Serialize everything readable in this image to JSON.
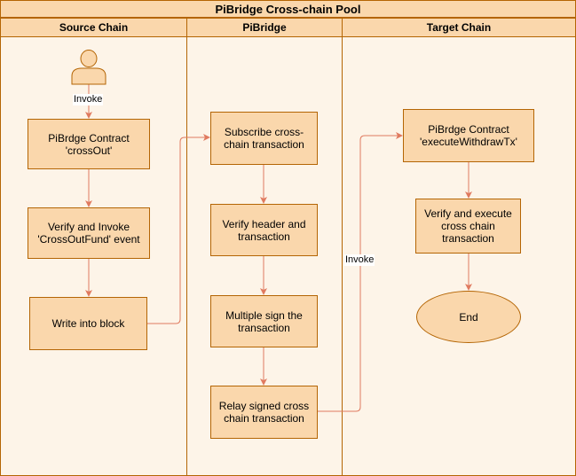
{
  "title": "PiBridge Cross-chain Pool",
  "lanes": {
    "source": "Source Chain",
    "pibridge": "PiBridge",
    "target": "Target Chain"
  },
  "nodes": {
    "crossout": "PiBrdge Contract 'crossOut'",
    "verify_invoke": "Verify and Invoke 'CrossOutFund' event",
    "write_block": "Write into block",
    "subscribe": "Subscribe cross-chain transaction",
    "verify_header": "Verify header and transaction",
    "multi_sign": "Multiple sign the transaction",
    "relay": "Relay signed cross chain transaction",
    "withdraw": "PiBrdge Contract 'executeWithdrawTx'",
    "verify_execute": "Verify and execute cross chain transaction",
    "end": "End"
  },
  "edge_labels": {
    "invoke_user": "Invoke",
    "invoke_target": "Invoke"
  },
  "colors": {
    "fill": "#fad7ac",
    "stroke": "#b46504",
    "edge": "#e07a5f"
  },
  "icons": {
    "user": "person-icon"
  }
}
